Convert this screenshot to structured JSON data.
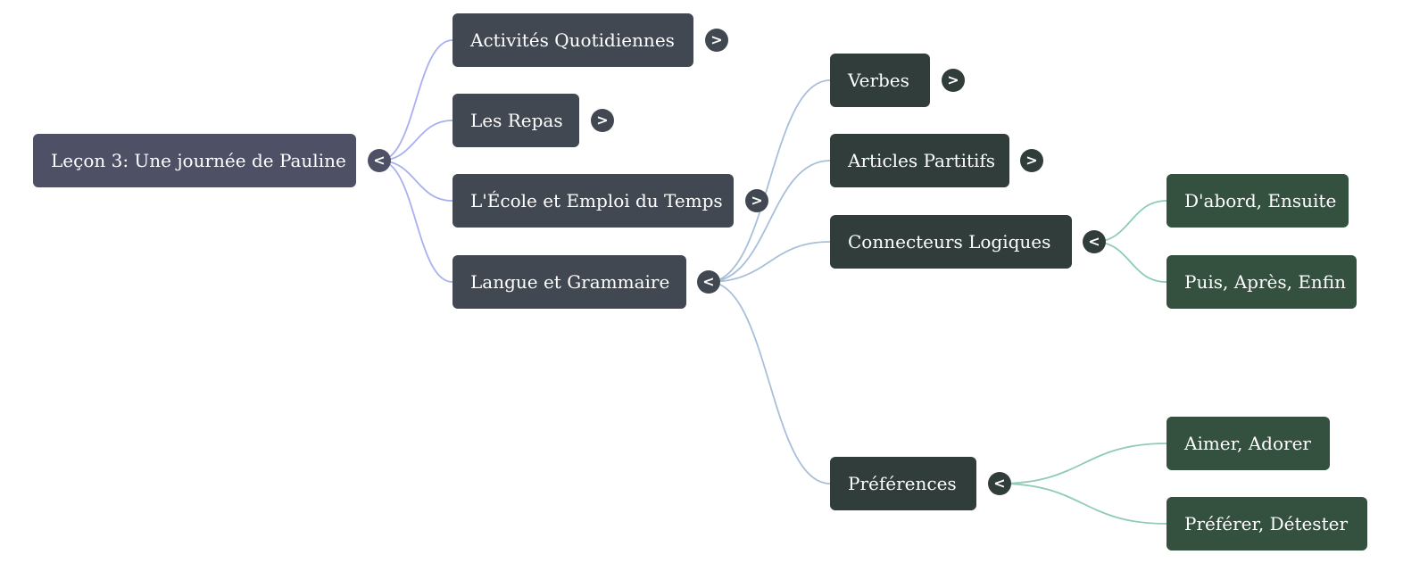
{
  "mindmap": {
    "root": {
      "label": "Leçon 3: Une journée de Pauline",
      "toggle": "<",
      "children": [
        {
          "label": "Activités Quotidiennes",
          "toggle": ">"
        },
        {
          "label": "Les Repas",
          "toggle": ">"
        },
        {
          "label": "L'École et Emploi du Temps",
          "toggle": ">"
        },
        {
          "label": "Langue et Grammaire",
          "toggle": "<",
          "children": [
            {
              "label": "Verbes",
              "toggle": ">"
            },
            {
              "label": "Articles Partitifs",
              "toggle": ">"
            },
            {
              "label": "Connecteurs Logiques",
              "toggle": "<",
              "children": [
                {
                  "label": "D'abord, Ensuite"
                },
                {
                  "label": "Puis, Après, Enfin"
                }
              ]
            },
            {
              "label": "Préférences",
              "toggle": "<",
              "children": [
                {
                  "label": "Aimer, Adorer"
                },
                {
                  "label": "Préférer, Détester"
                }
              ]
            }
          ]
        }
      ]
    }
  },
  "colors": {
    "root_node": "#4e5165",
    "level1_node": "#414851",
    "level2_node": "#313d3a",
    "level3_node": "#34503f",
    "link_level1": "#a9b0ef",
    "link_level2": "#a9bfd9",
    "link_level3": "#8ecbb8"
  }
}
